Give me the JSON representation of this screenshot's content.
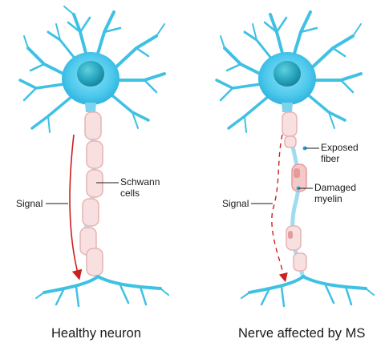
{
  "diagram": {
    "healthy": {
      "signal_label": "Signal",
      "schwann_label_line1": "Schwann",
      "schwann_label_line2": "cells",
      "caption": "Healthy neuron"
    },
    "ms": {
      "signal_label": "Signal",
      "exposed_label_line1": "Exposed",
      "exposed_label_line2": "fiber",
      "damaged_label_line1": "Damaged",
      "damaged_label_line2": "myelin",
      "caption": "Nerve affected by MS"
    }
  },
  "colors": {
    "dendrite": "#3fc1e4",
    "dendrite_dark": "#2aa9d6",
    "soma_outer": "#5ccfee",
    "nucleus": "#1f9bb4",
    "myelin_fill": "#f8e0e0",
    "myelin_stroke": "#e6b3b3",
    "damaged_myelin": "#e79a9a",
    "axon": "#b9e6f4",
    "signal_arrow": "#cc1f1f",
    "text": "#1a1a1a"
  }
}
